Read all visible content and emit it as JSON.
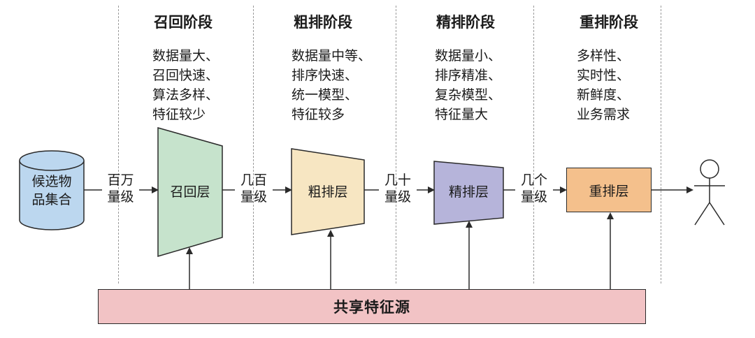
{
  "stages": [
    {
      "title": "召回阶段",
      "desc": [
        "数据量大、",
        "召回快速、",
        "算法多样、",
        "特征较少"
      ]
    },
    {
      "title": "粗排阶段",
      "desc": [
        "数据量中等、",
        "排序快速、",
        "统一模型、",
        "特征较多"
      ]
    },
    {
      "title": "精排阶段",
      "desc": [
        "数据量小、",
        "排序精准、",
        "复杂模型、",
        "特征量大"
      ]
    },
    {
      "title": "重排阶段",
      "desc": [
        "多样性、",
        "实时性、",
        "新鲜度、",
        "业务需求"
      ]
    }
  ],
  "candidate_db": {
    "line1": "候选物",
    "line2": "品集合"
  },
  "edges": [
    {
      "line1": "百万",
      "line2": "量级"
    },
    {
      "line1": "几百",
      "line2": "量级"
    },
    {
      "line1": "几十",
      "line2": "量级"
    },
    {
      "line1": "几个",
      "line2": "量级"
    }
  ],
  "layers": {
    "recall": "召回层",
    "coarse": "粗排层",
    "fine": "精排层",
    "rerank": "重排层"
  },
  "shared_source": "共享特征源",
  "colors": {
    "db": "#bcd7ef",
    "recall": "#c6e3cc",
    "coarse": "#f7e6c2",
    "fine": "#b6b4da",
    "rerank": "#f4c08c",
    "source": "#f2c3c5"
  }
}
